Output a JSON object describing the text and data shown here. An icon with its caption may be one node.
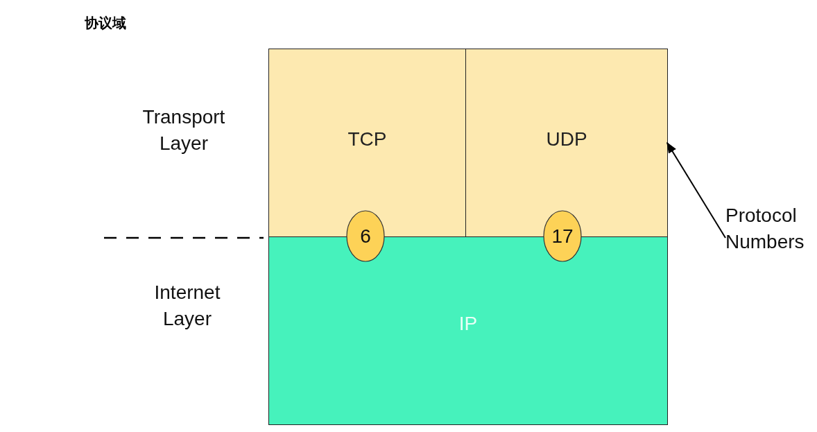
{
  "diagram": {
    "title": "协议域",
    "nodes": [
      {
        "text": [
          "TCP"
        ]
      },
      {
        "text": [
          "UDP"
        ]
      },
      {
        "text": [
          "IP"
        ]
      },
      {
        "text": [
          "6"
        ]
      },
      {
        "text": [
          "17"
        ]
      },
      {
        "text": [
          "Protocol Numbers"
        ]
      }
    ],
    "edges": [
      {
        "from": 5,
        "to": 1,
        "arrow": "to"
      }
    ],
    "labels": [
      "Transport Layer",
      "Internet Layer"
    ]
  }
}
